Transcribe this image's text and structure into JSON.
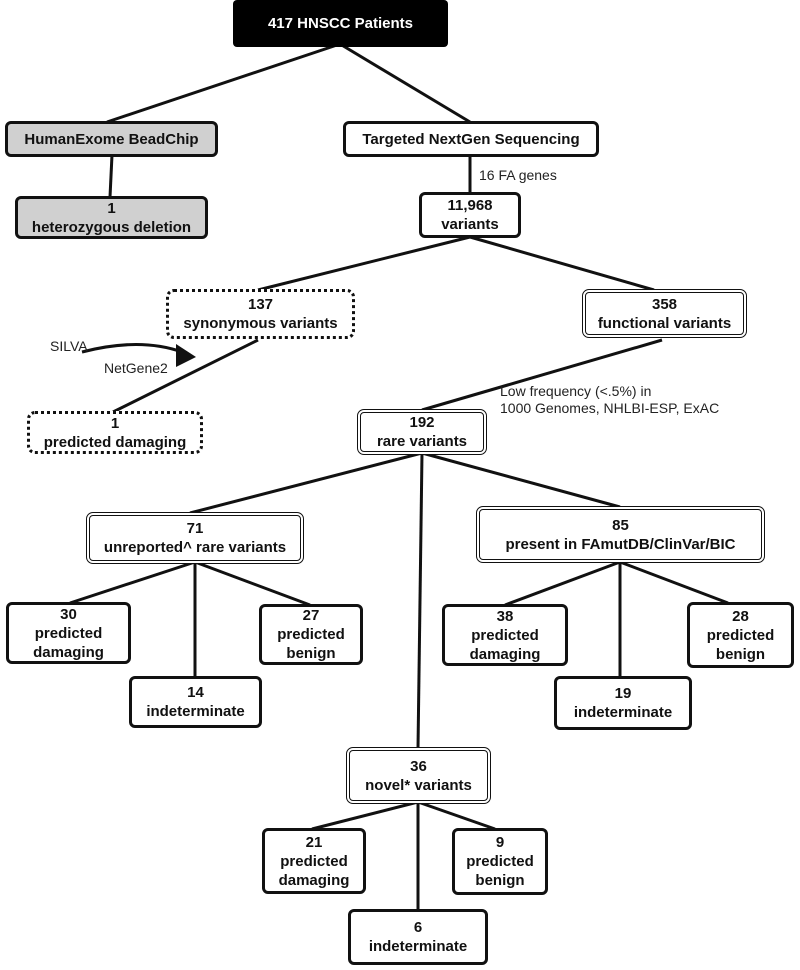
{
  "nodes": {
    "patients": {
      "line1": "417 HNSCC Patients"
    },
    "beadchip": {
      "line1": "HumanExome BeadChip"
    },
    "het_deletion": {
      "line1": "1",
      "line2": "heterozygous deletion"
    },
    "targeted_seq": {
      "line1": "Targeted NextGen Sequencing"
    },
    "variants": {
      "line1": "11,968",
      "line2": "variants"
    },
    "synonymous": {
      "line1": "137",
      "line2": "synonymous variants"
    },
    "syn_damaging": {
      "line1": "1",
      "line2": "predicted damaging"
    },
    "functional": {
      "line1": "358",
      "line2": "functional variants"
    },
    "rare": {
      "line1": "192",
      "line2": "rare variants"
    },
    "unreported": {
      "line1": "71",
      "line2": "unreported^ rare variants"
    },
    "u_damaging": {
      "line1": "30",
      "line2": "predicted",
      "line3": "damaging"
    },
    "u_indeterminate": {
      "line1": "14",
      "line2": "indeterminate"
    },
    "u_benign": {
      "line1": "27",
      "line2": "predicted",
      "line3": "benign"
    },
    "present": {
      "line1": "85",
      "line2": "present in FAmutDB/ClinVar/BIC"
    },
    "p_damaging": {
      "line1": "38",
      "line2": "predicted",
      "line3": "damaging"
    },
    "p_indeterminate": {
      "line1": "19",
      "line2": "indeterminate"
    },
    "p_benign": {
      "line1": "28",
      "line2": "predicted",
      "line3": "benign"
    },
    "novel": {
      "line1": "36",
      "line2": "novel* variants"
    },
    "n_damaging": {
      "line1": "21",
      "line2": "predicted",
      "line3": "damaging"
    },
    "n_indeterminate": {
      "line1": "6",
      "line2": "indeterminate"
    },
    "n_benign": {
      "line1": "9",
      "line2": "predicted",
      "line3": "benign"
    }
  },
  "annotations": {
    "fa_genes": "16 FA genes",
    "low_freq_line1": "Low frequency (<.5%) in",
    "low_freq_line2": "1000 Genomes, NHLBI-ESP, ExAC",
    "silva": "SILVA",
    "netgene2": "NetGene2"
  }
}
